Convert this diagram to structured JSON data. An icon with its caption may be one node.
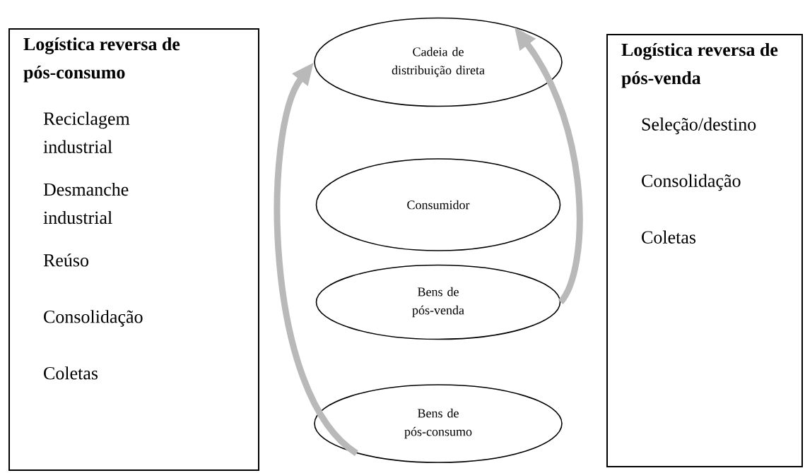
{
  "diagram": {
    "nodes": [
      {
        "text": [
          "Logística reversa de pós-consumo",
          "Reciclagem industrial",
          "Desmanche industrial",
          "Reúso",
          "Consolidação",
          "Coletas"
        ]
      },
      {
        "text": [
          "Cadeia de distribuição direta"
        ]
      },
      {
        "text": [
          "Consumidor"
        ]
      },
      {
        "text": [
          "Bens de pós-venda"
        ]
      },
      {
        "text": [
          "Bens de pós-consumo"
        ]
      },
      {
        "text": [
          "Logística reversa de pós-venda",
          "Seleção/destino",
          "Consolidação",
          "Coletas"
        ]
      }
    ],
    "edges": [
      {
        "from": 4,
        "to": 1,
        "arrow": "to"
      },
      {
        "from": 3,
        "to": 1,
        "arrow": "to"
      }
    ]
  }
}
